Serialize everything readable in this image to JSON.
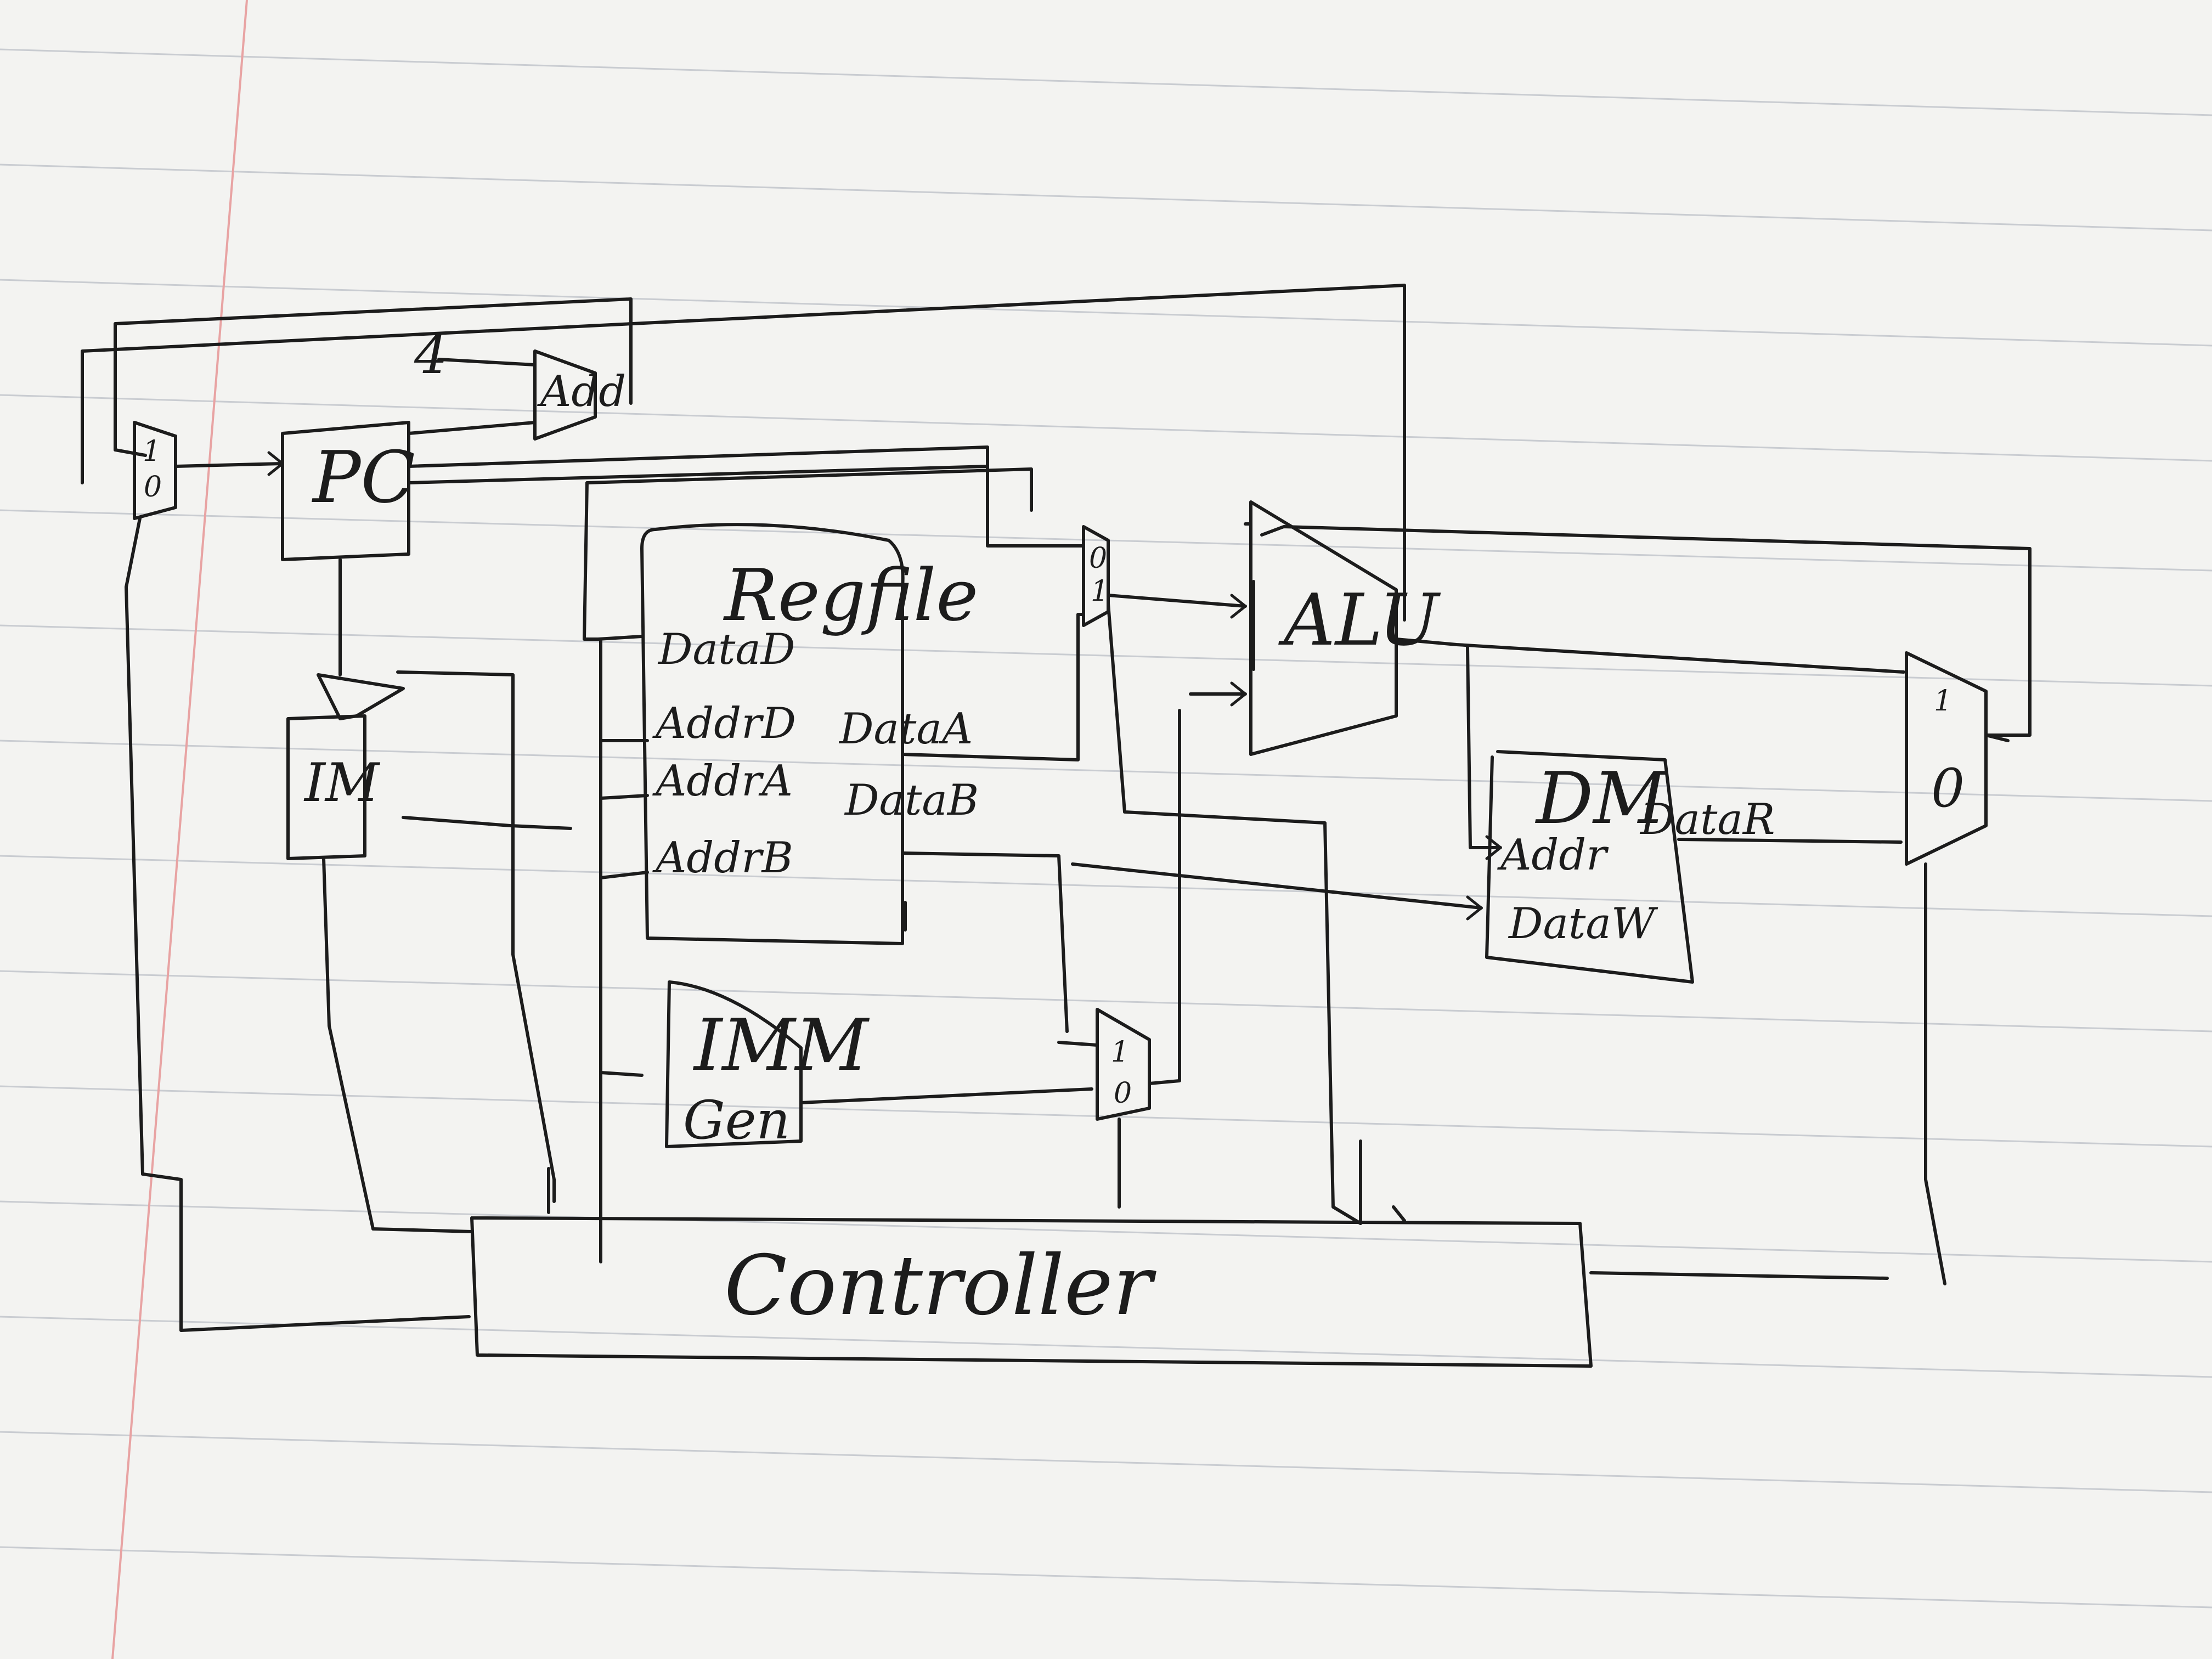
{
  "diagram": {
    "blocks": {
      "pc": "PC",
      "adder": "Add",
      "im": "IM",
      "regfile": "Regfile",
      "alu": "ALU",
      "dm": "DM",
      "imm_gen_line1": "IMM",
      "imm_gen_line2": "Gen",
      "controller": "Controller"
    },
    "constants": {
      "four": "4"
    },
    "regfile_ports": {
      "data_d": "DataD",
      "addr_d": "AddrD",
      "addr_a": "AddrA",
      "addr_b": "AddrB",
      "data_a": "DataA",
      "data_b": "DataB"
    },
    "dm_ports": {
      "addr": "Addr",
      "data_w": "DataW",
      "data_r": "DataR"
    },
    "mux_labels": {
      "pc_mux_top": "1",
      "pc_mux_bottom": "0",
      "alu_a_mux_top": "0",
      "alu_a_mux_bottom": "1",
      "alu_b_mux_top": "1",
      "alu_b_mux_bottom": "0",
      "wb_mux_top": "1",
      "wb_mux_bottom": "0"
    }
  }
}
